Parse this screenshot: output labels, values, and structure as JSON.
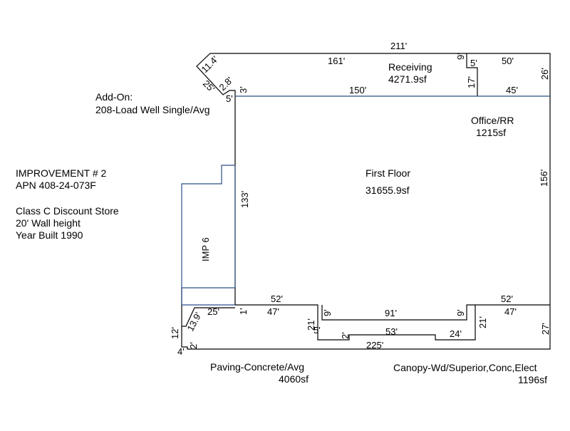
{
  "info": {
    "improvement": "IMPROVEMENT # 2",
    "apn": "APN 408-24-073F",
    "class": "Class C Discount Store",
    "wall": "20' Wall height",
    "year": "Year Built 1990"
  },
  "addon": {
    "label": "Add-On:",
    "value": "208-Load Well Single/Avg"
  },
  "areas": {
    "receiving": {
      "name": "Receiving",
      "size": "4271.9sf"
    },
    "office": {
      "name": "Office/RR",
      "size": "1215sf"
    },
    "first_floor": {
      "name": "First Floor",
      "size": "31655.9sf"
    },
    "imp6": {
      "name": "IMP 6"
    },
    "paving": {
      "name": "Paving-Concrete/Avg",
      "size": "4060sf"
    },
    "canopy": {
      "name": "Canopy-Wd/Superior,Conc,Elect",
      "size": "1196sf"
    }
  },
  "dims": {
    "d211": "211'",
    "d161": "161'",
    "d9a": "9'",
    "d5a": "5'",
    "d50": "50'",
    "d26": "26'",
    "d114": "11.4'",
    "d25a": "25'",
    "d28": "2.8'",
    "d3": "3'",
    "d5b": "5'",
    "d150": "150'",
    "d17": "17'",
    "d45": "45'",
    "d156": "156'",
    "d133": "133'",
    "d52a": "52'",
    "d47a": "47'",
    "d1": "1'",
    "d25b": "25'",
    "d139": "13.9'",
    "d12": "12'",
    "d4": "4'",
    "d2a": "2'",
    "d9b": "9'",
    "d91": "91'",
    "d9c": "9'",
    "d21a": "21'",
    "d5c": "5'",
    "d2b": "2'",
    "d53": "53'",
    "d24": "24'",
    "d21b": "21'",
    "d225": "225'",
    "d52b": "52'",
    "d47b": "47'",
    "d27": "27'"
  },
  "colors": {
    "outline": "#000000",
    "floor": "#2b4f86"
  }
}
